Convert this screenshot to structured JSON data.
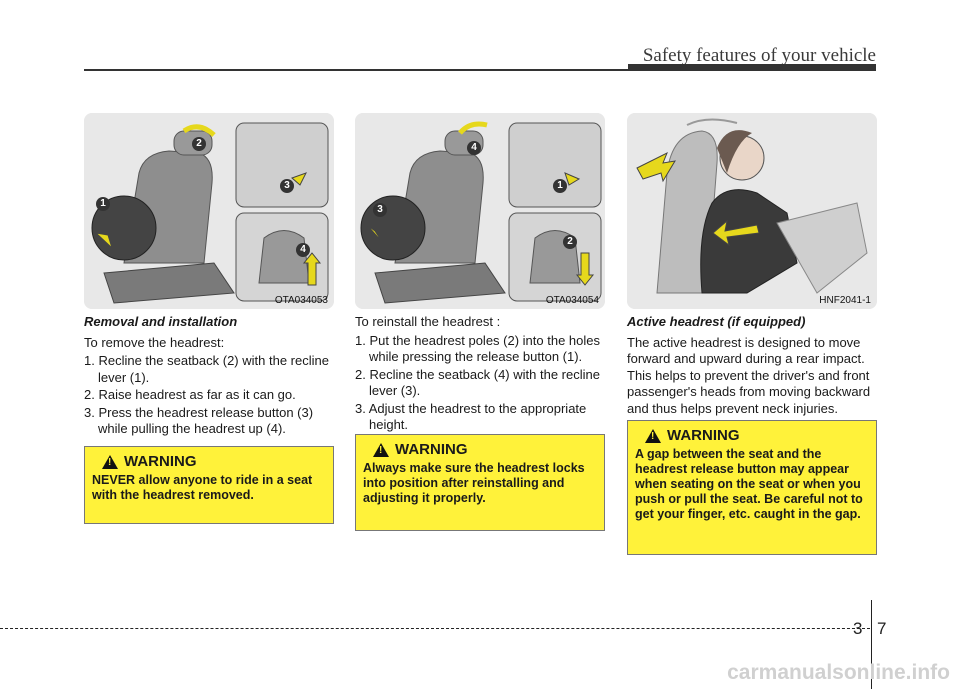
{
  "header": {
    "section_title": "Safety features of your vehicle"
  },
  "images": [
    {
      "caption": "OTA034053",
      "callouts": [
        "1",
        "2",
        "3",
        "4"
      ]
    },
    {
      "caption": "OTA034054",
      "callouts": [
        "1",
        "2",
        "3",
        "4"
      ]
    },
    {
      "caption": "HNF2041-1"
    }
  ],
  "col1": {
    "heading": "Removal and installation",
    "intro": "To remove the headrest:",
    "steps": [
      "1. Recline the seatback (2) with the recline lever (1).",
      "2. Raise headrest as far as it can go.",
      "3. Press the headrest release button (3) while pulling the headrest up (4)."
    ],
    "warning": {
      "title": "WARNING",
      "body": "NEVER allow anyone to ride in a seat with the headrest removed."
    }
  },
  "col2": {
    "intro": "To reinstall the headrest :",
    "steps": [
      "1. Put the headrest poles (2) into the holes while pressing the release button (1).",
      "2. Recline the seatback (4) with the recline lever (3).",
      "3. Adjust the headrest to the appropriate height."
    ],
    "warning": {
      "title": "WARNING",
      "body": "Always make sure the headrest locks into position after reinstalling and adjusting it properly."
    }
  },
  "col3": {
    "heading": "Active headrest (if equipped)",
    "body": "The active headrest is designed to move forward and upward during a rear impact. This helps to prevent the driver's and front passenger's heads from moving backward and thus helps prevent neck injuries.",
    "warning": {
      "title": "WARNING",
      "body": "A gap between the seat and the headrest release button may appear when seating on the seat or when you push or pull the seat. Be careful not to get your finger, etc. caught in the gap."
    }
  },
  "footer": {
    "chapter": "3",
    "page": "7",
    "watermark": "carmanualsonline.info"
  },
  "colors": {
    "warning_bg": "#fff23a",
    "arrow": "#e6d81c"
  }
}
